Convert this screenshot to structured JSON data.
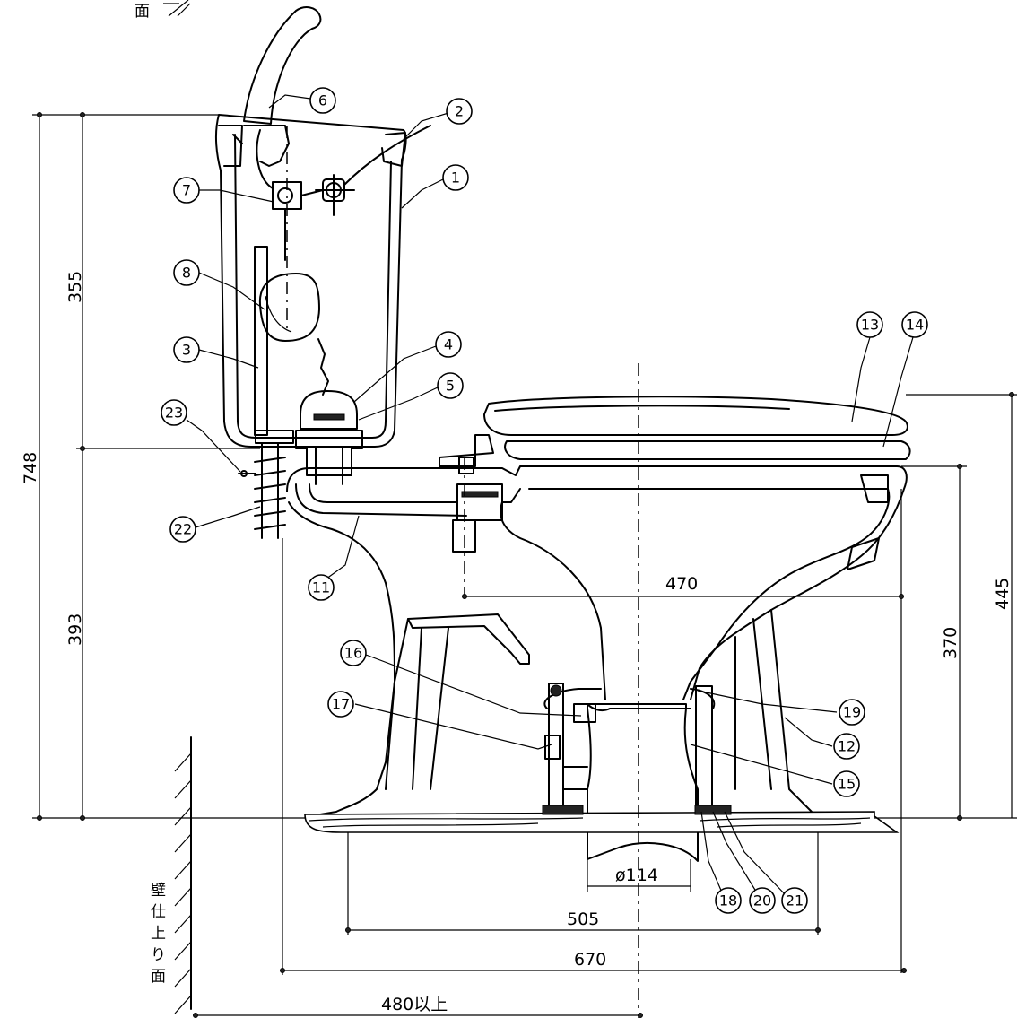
{
  "header_fragment": "面",
  "wall_label": [
    "壁",
    "仕",
    "上",
    "り",
    "面"
  ],
  "dimensions": {
    "total_height": "748",
    "tank_height": "355",
    "bowl_base_height": "393",
    "seat_height": "445",
    "rim_height": "370",
    "bowl_length": "470",
    "outlet_diameter": "ø114",
    "base_length": "505",
    "overall_length": "670",
    "wall_distance": "480以上"
  },
  "parts": [
    "1",
    "2",
    "3",
    "4",
    "5",
    "6",
    "7",
    "8",
    "11",
    "12",
    "13",
    "14",
    "15",
    "16",
    "17",
    "18",
    "19",
    "20",
    "21",
    "22",
    "23"
  ]
}
